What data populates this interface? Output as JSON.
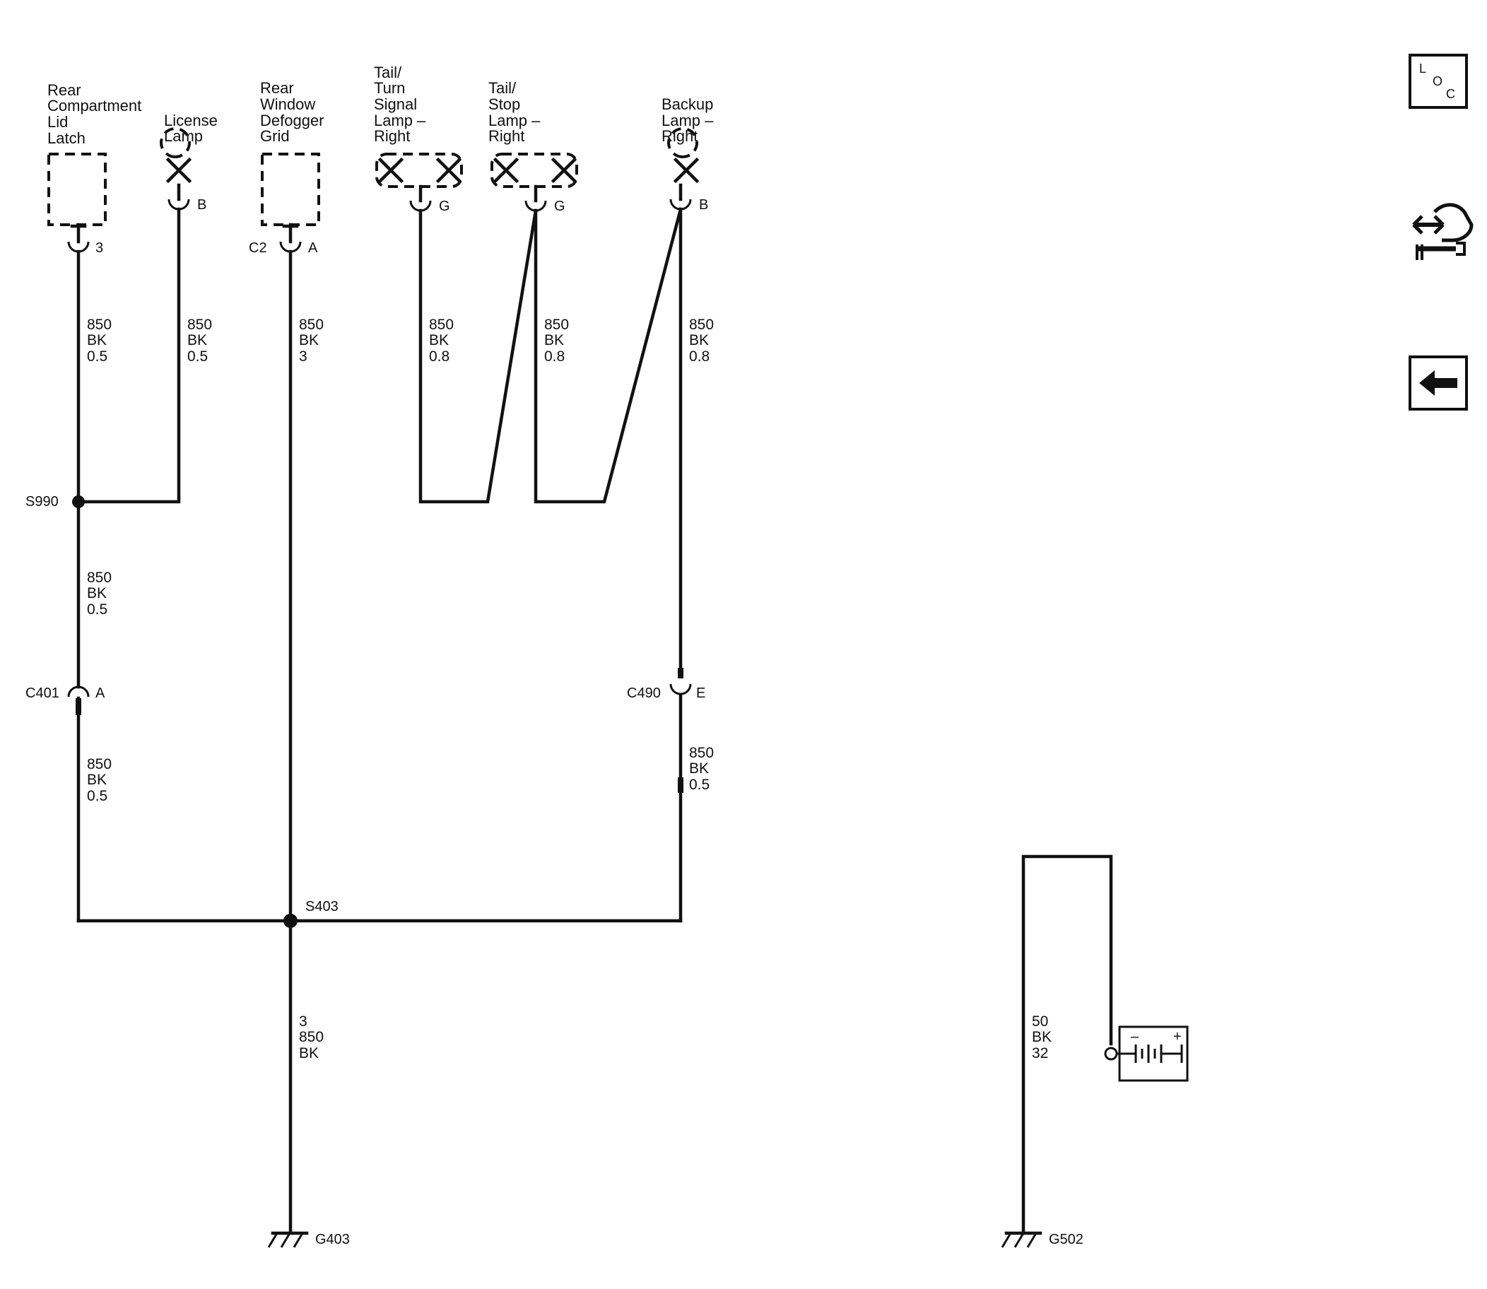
{
  "components": {
    "rear_compartment_lid_latch": [
      "Rear",
      "Compartment",
      "Lid",
      "Latch"
    ],
    "license_lamp": [
      "License",
      "Lamp"
    ],
    "rear_window_defogger_grid": [
      "Rear",
      "Window",
      "Defogger",
      "Grid"
    ],
    "tail_turn_signal_lamp_right": [
      "Tail/",
      "Turn",
      "Signal",
      "Lamp –",
      "Right"
    ],
    "tail_stop_lamp_right": [
      "Tail/",
      "Stop",
      "Lamp –",
      "Right"
    ],
    "backup_lamp_right": [
      "Backup",
      "Lamp –",
      "Right"
    ]
  },
  "pins": {
    "latch": "3",
    "license": "B",
    "defogger_connector": "C2",
    "defogger": "A",
    "tail_turn": "G",
    "tail_stop": "G",
    "backup": "B",
    "c401_pin": "A",
    "c490_pin": "E"
  },
  "wires": {
    "latch_upper": [
      "850",
      "BK",
      "0.5"
    ],
    "license": [
      "850",
      "BK",
      "0.5"
    ],
    "defogger": [
      "850",
      "BK",
      "3"
    ],
    "tail_turn": [
      "850",
      "BK",
      "0.8"
    ],
    "tail_stop": [
      "850",
      "BK",
      "0.8"
    ],
    "backup_upper": [
      "850",
      "BK",
      "0.8"
    ],
    "s990_to_c401": [
      "850",
      "BK",
      "0.5"
    ],
    "c401_to_s403": [
      "850",
      "BK",
      "0.5"
    ],
    "c490_to_s403": [
      "850",
      "BK",
      "0.5"
    ],
    "s403_to_g403": [
      "3",
      "850",
      "BK"
    ],
    "g502": [
      "50",
      "BK",
      "32"
    ]
  },
  "splices": {
    "s990": "S990",
    "s403": "S403"
  },
  "connectors": {
    "c401": "C401",
    "c490": "C490"
  },
  "grounds": {
    "g403": "G403",
    "g502": "G502"
  },
  "battery": {
    "minus": "–",
    "plus": "+"
  },
  "nav": {
    "loc_l": "L",
    "loc_o": "O",
    "loc_c": "C",
    "loc_icon": "location-view-icon",
    "connector_icon": "connector-end-view-icon",
    "back_icon": "back-arrow-icon"
  }
}
